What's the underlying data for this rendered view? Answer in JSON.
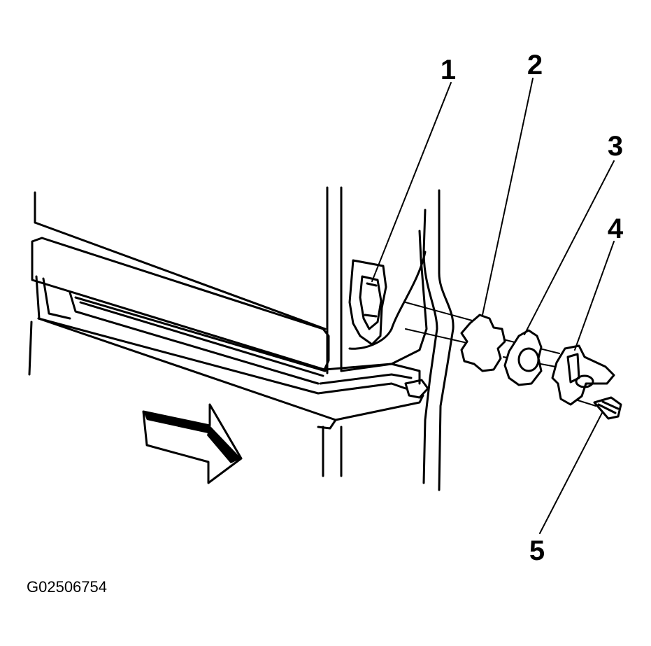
{
  "callouts": [
    {
      "label": "1"
    },
    {
      "label": "2"
    },
    {
      "label": "3"
    },
    {
      "label": "4"
    },
    {
      "label": "5"
    }
  ],
  "figure_id": "G02506754",
  "colors": {
    "ink": "#000000",
    "paper": "#ffffff"
  }
}
